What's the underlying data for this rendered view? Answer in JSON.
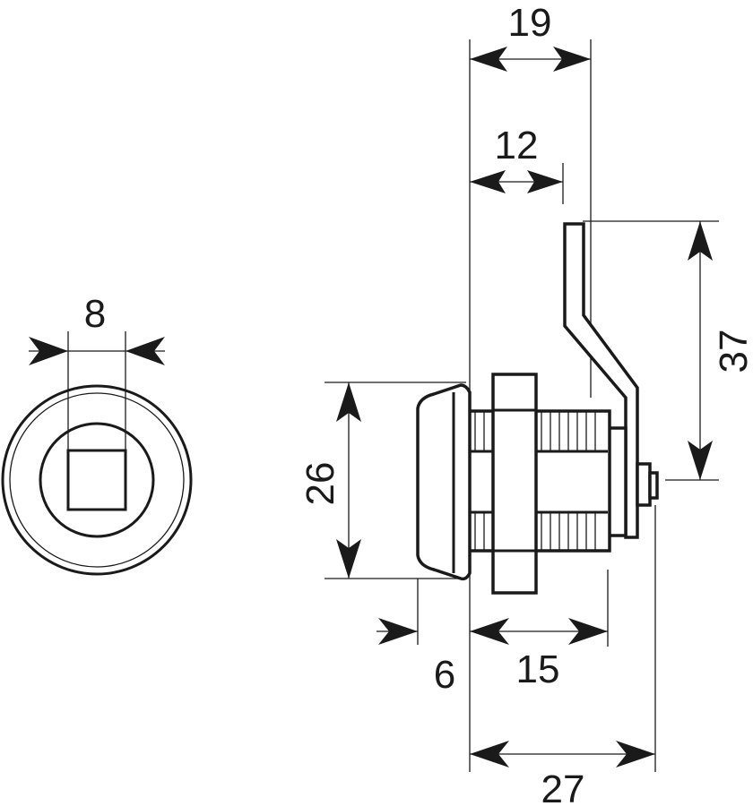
{
  "dimensions": {
    "square_width": "8",
    "top_width": "19",
    "cam_offset": "12",
    "cam_height": "37",
    "face_diameter": "26",
    "face_thickness": "6",
    "body_length": "15",
    "overall_length": "27"
  }
}
